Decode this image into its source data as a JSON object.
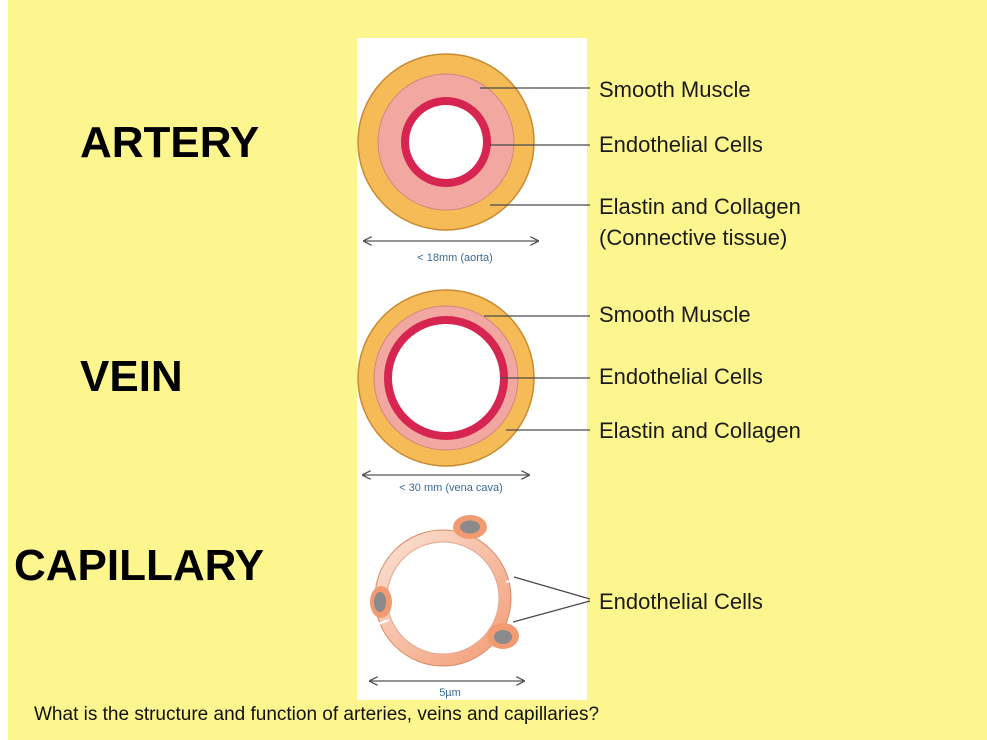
{
  "colors": {
    "background": "#fdf68e",
    "connective": "#f4bb57",
    "muscle": "#f2a7a0",
    "endothelium": "#d62550",
    "capillary_cell": "#f29b72",
    "nucleus": "#8a8a8a",
    "measure_text": "#3a6a9a"
  },
  "vessels": {
    "artery": {
      "title": "ARTERY",
      "labels": [
        "Smooth Muscle",
        "Endothelial Cells",
        "Elastin and Collagen",
        "(Connective tissue)"
      ],
      "size": "< 18mm (aorta)"
    },
    "vein": {
      "title": "VEIN",
      "labels": [
        "Smooth Muscle",
        "Endothelial Cells",
        "Elastin and Collagen"
      ],
      "size": "< 30 mm (vena cava)"
    },
    "capillary": {
      "title": "CAPILLARY",
      "labels": [
        "Endothelial Cells"
      ],
      "size": "5µm"
    }
  },
  "caption": "What is the structure and function of arteries, veins and capillaries?"
}
